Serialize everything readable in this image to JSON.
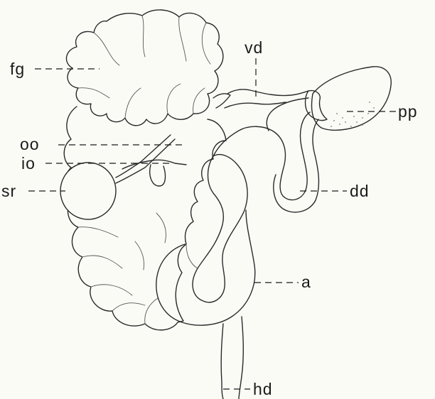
{
  "figure": {
    "labels": {
      "fg": "fg",
      "vd": "vd",
      "pp": "pp",
      "oo": "oo",
      "io": "io",
      "sr": "sr",
      "dd": "dd",
      "a": "a",
      "hd": "hd"
    },
    "colors": {
      "background": "#fbfbf6",
      "ink": "#2a2a2a"
    }
  }
}
